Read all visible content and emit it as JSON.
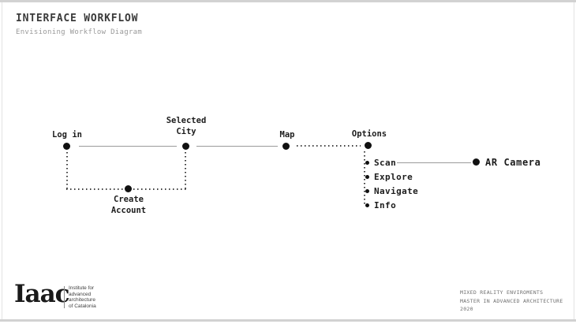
{
  "slide": {
    "title": "INTERFACE WORKFLOW",
    "subtitle": "Envisioning Workflow Diagram"
  },
  "diagram": {
    "nodes": {
      "login": "Log in",
      "selected_city": "Selected City",
      "map": "Map",
      "options": "Options",
      "create_account": "Create Account",
      "ar_camera": "AR Camera"
    },
    "options_list": [
      "Scan",
      "Explore",
      "Navigate",
      "Info"
    ]
  },
  "footer": {
    "logo_text": "Iaac",
    "logo_tagline": [
      "Institute for",
      "advanced",
      "architecture",
      "of Catalonia"
    ],
    "credits": [
      "MIXED REALITY ENVIROMENTS",
      "MASTER IN ADVANCED ARCHITECTURE",
      "2020"
    ]
  },
  "colors": {
    "dot": "#111111",
    "solid_line": "#9b9b9b",
    "dotted_line": "#3f3f3f",
    "title_text": "#3a3a3a",
    "subtitle_text": "#9a9a9a",
    "credits_text": "#6f6f6f",
    "frame_edge": "#d2d2d2"
  }
}
